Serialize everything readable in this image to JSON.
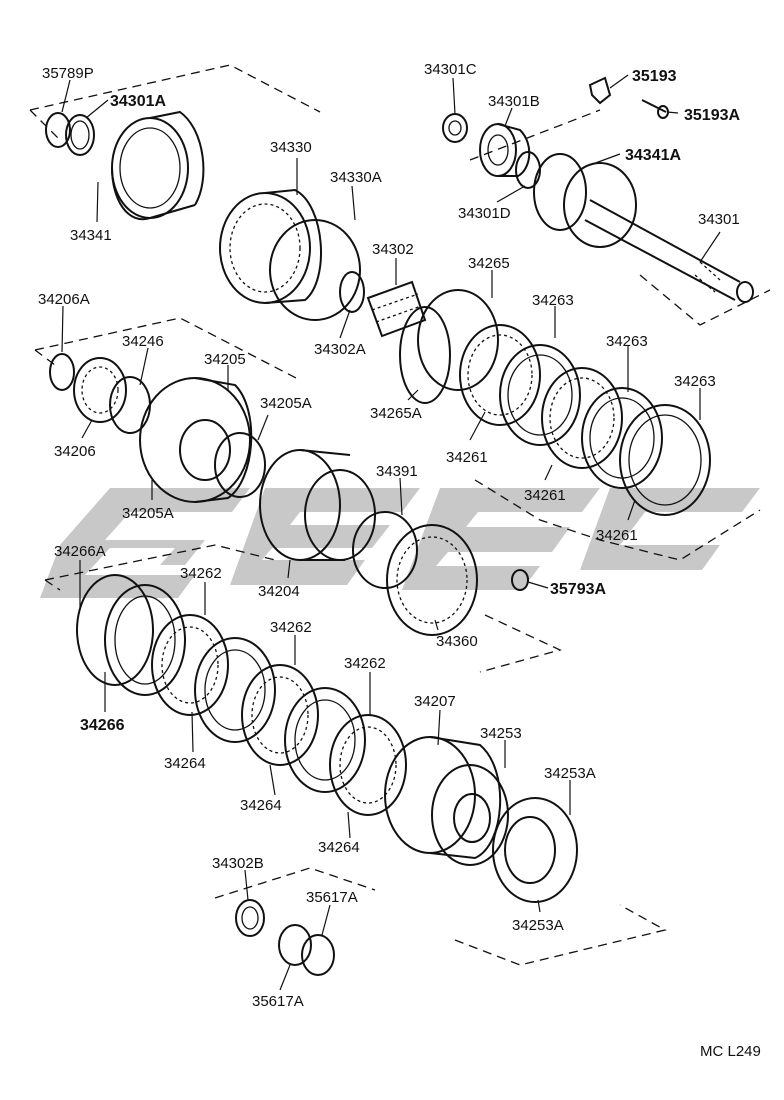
{
  "labels": [
    {
      "id": "l-35789P",
      "text": "35789P",
      "bold": false
    },
    {
      "id": "l-34301A",
      "text": "34301A",
      "bold": true
    },
    {
      "id": "l-34341",
      "text": "34341",
      "bold": false
    },
    {
      "id": "l-34301C",
      "text": "34301C",
      "bold": false
    },
    {
      "id": "l-34301B",
      "text": "34301B",
      "bold": false
    },
    {
      "id": "l-35193",
      "text": "35193",
      "bold": true
    },
    {
      "id": "l-35193A",
      "text": "35193A",
      "bold": true
    },
    {
      "id": "l-34341A",
      "text": "34341A",
      "bold": true
    },
    {
      "id": "l-34301D",
      "text": "34301D",
      "bold": false
    },
    {
      "id": "l-34301",
      "text": "34301",
      "bold": false
    },
    {
      "id": "l-34330",
      "text": "34330",
      "bold": false
    },
    {
      "id": "l-34330A",
      "text": "34330A",
      "bold": false
    },
    {
      "id": "l-34302",
      "text": "34302",
      "bold": false
    },
    {
      "id": "l-34302A",
      "text": "34302A",
      "bold": false
    },
    {
      "id": "l-34265",
      "text": "34265",
      "bold": false
    },
    {
      "id": "l-34265A",
      "text": "34265A",
      "bold": false
    },
    {
      "id": "l-34263a",
      "text": "34263",
      "bold": false
    },
    {
      "id": "l-34263b",
      "text": "34263",
      "bold": false
    },
    {
      "id": "l-34263c",
      "text": "34263",
      "bold": false
    },
    {
      "id": "l-34261a",
      "text": "34261",
      "bold": false
    },
    {
      "id": "l-34261b",
      "text": "34261",
      "bold": false
    },
    {
      "id": "l-34261c",
      "text": "34261",
      "bold": false
    },
    {
      "id": "l-34206A",
      "text": "34206A",
      "bold": false
    },
    {
      "id": "l-34246",
      "text": "34246",
      "bold": false
    },
    {
      "id": "l-34205",
      "text": "34205",
      "bold": false
    },
    {
      "id": "l-34205A-1",
      "text": "34205A",
      "bold": false
    },
    {
      "id": "l-34206",
      "text": "34206",
      "bold": false
    },
    {
      "id": "l-34205A-2",
      "text": "34205A",
      "bold": false
    },
    {
      "id": "l-34391",
      "text": "34391",
      "bold": false
    },
    {
      "id": "l-34204",
      "text": "34204",
      "bold": false
    },
    {
      "id": "l-35793A",
      "text": "35793A",
      "bold": true
    },
    {
      "id": "l-34360",
      "text": "34360",
      "bold": false
    },
    {
      "id": "l-34266A",
      "text": "34266A",
      "bold": false
    },
    {
      "id": "l-34266",
      "text": "34266",
      "bold": true
    },
    {
      "id": "l-34262a",
      "text": "34262",
      "bold": false
    },
    {
      "id": "l-34262b",
      "text": "34262",
      "bold": false
    },
    {
      "id": "l-34262c",
      "text": "34262",
      "bold": false
    },
    {
      "id": "l-34264a",
      "text": "34264",
      "bold": false
    },
    {
      "id": "l-34264b",
      "text": "34264",
      "bold": false
    },
    {
      "id": "l-34264c",
      "text": "34264",
      "bold": false
    },
    {
      "id": "l-34207",
      "text": "34207",
      "bold": false
    },
    {
      "id": "l-34253",
      "text": "34253",
      "bold": false
    },
    {
      "id": "l-34253A-1",
      "text": "34253A",
      "bold": false
    },
    {
      "id": "l-34253A-2",
      "text": "34253A",
      "bold": false
    },
    {
      "id": "l-34302B",
      "text": "34302B",
      "bold": false
    },
    {
      "id": "l-35617A-1",
      "text": "35617A",
      "bold": false
    },
    {
      "id": "l-35617A-2",
      "text": "35617A",
      "bold": false
    }
  ],
  "figure_code": "MC L249",
  "watermark": {
    "color": "#9a9a9a"
  }
}
